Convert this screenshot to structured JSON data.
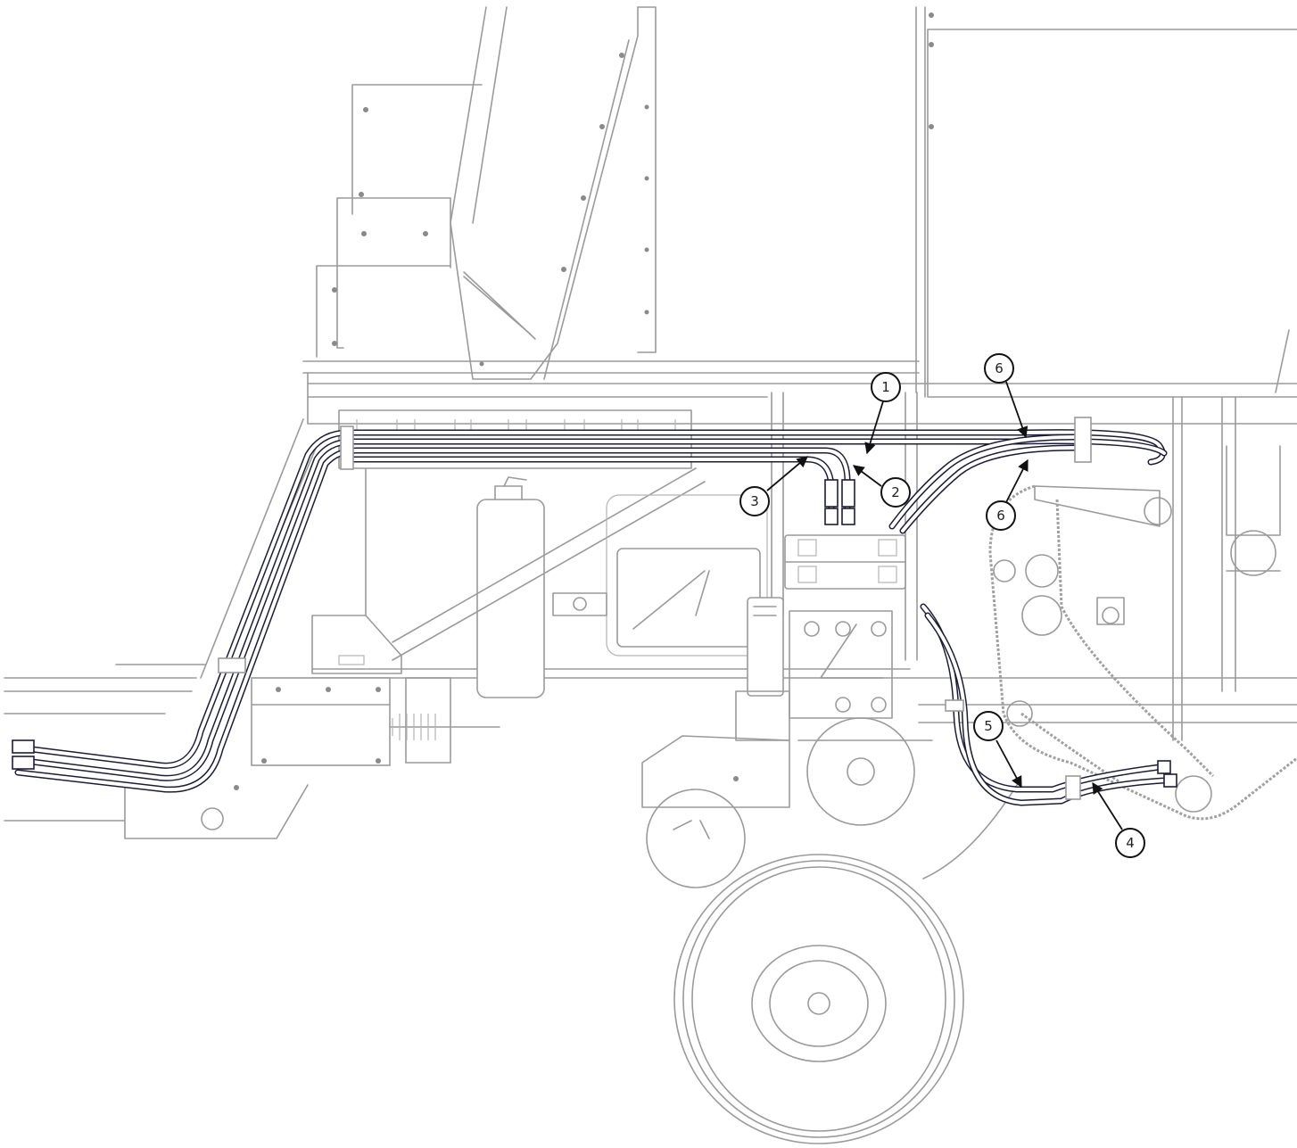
{
  "callouts": [
    {
      "id": "callout-1",
      "label": "1"
    },
    {
      "id": "callout-2",
      "label": "2"
    },
    {
      "id": "callout-3",
      "label": "3"
    },
    {
      "id": "callout-4",
      "label": "4"
    },
    {
      "id": "callout-5",
      "label": "5"
    },
    {
      "id": "callout-6a",
      "label": "6"
    },
    {
      "id": "callout-6b",
      "label": "6"
    }
  ],
  "colors": {
    "machine_outline": "#9a9a9a",
    "hose": "#1c1c3a",
    "callout": "#111111",
    "background": "#ffffff"
  }
}
